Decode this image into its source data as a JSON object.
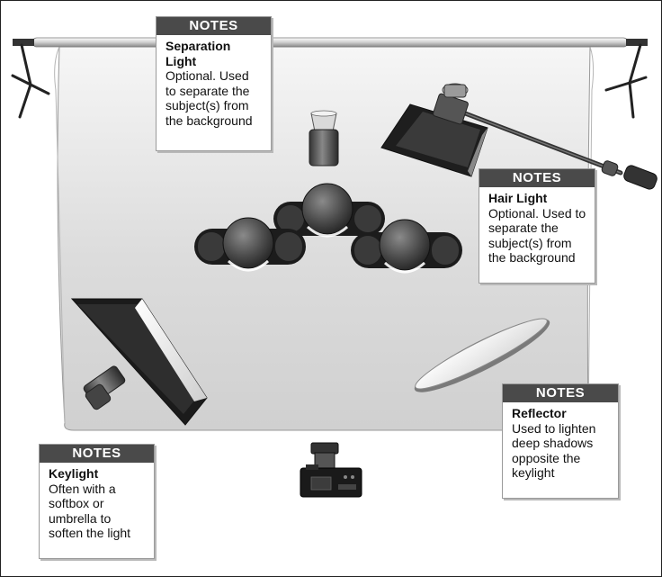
{
  "notes_header": "NOTES",
  "notes": {
    "separation": {
      "title": "Separation Light",
      "text": "Optional. Used to separate the subject(s) from the background"
    },
    "hair": {
      "title": "Hair Light",
      "text": "Optional. Used to separate the subject(s) from the background"
    },
    "reflector": {
      "title": "Reflector",
      "text": "Used to lighten deep shadows opposite the keylight"
    },
    "keylight": {
      "title": "Keylight",
      "text": "Often with a softbox or umbrella to soften the light"
    }
  },
  "colors": {
    "note_header": "#4a4a4a",
    "backdrop": "#e6e6e6",
    "frame": "#222222"
  }
}
